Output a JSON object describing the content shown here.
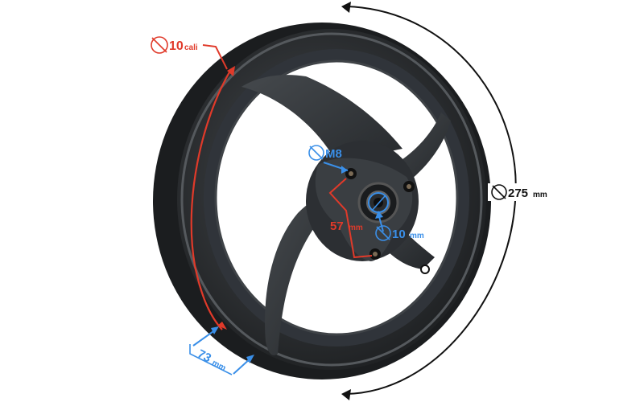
{
  "dimensions": {
    "rim_diameter": {
      "value": "10",
      "unit": "cali",
      "color": "#e03a2a"
    },
    "outer_diameter": {
      "value": "275",
      "unit": "mm",
      "color": "#111111"
    },
    "bolt_spacing": {
      "value": "57",
      "unit": "mm",
      "color": "#e03a2a"
    },
    "bolt_thread": {
      "value": "M8",
      "color": "#3a8fe8"
    },
    "axle_bore": {
      "value": "10",
      "unit": "mm",
      "color": "#3a8fe8"
    },
    "rim_width": {
      "value": "73",
      "unit": "mm",
      "color": "#3a8fe8"
    }
  },
  "icons": {
    "diameter": "diameter-symbol-icon"
  },
  "wheel": {
    "finish_color": "#2b2e31"
  }
}
